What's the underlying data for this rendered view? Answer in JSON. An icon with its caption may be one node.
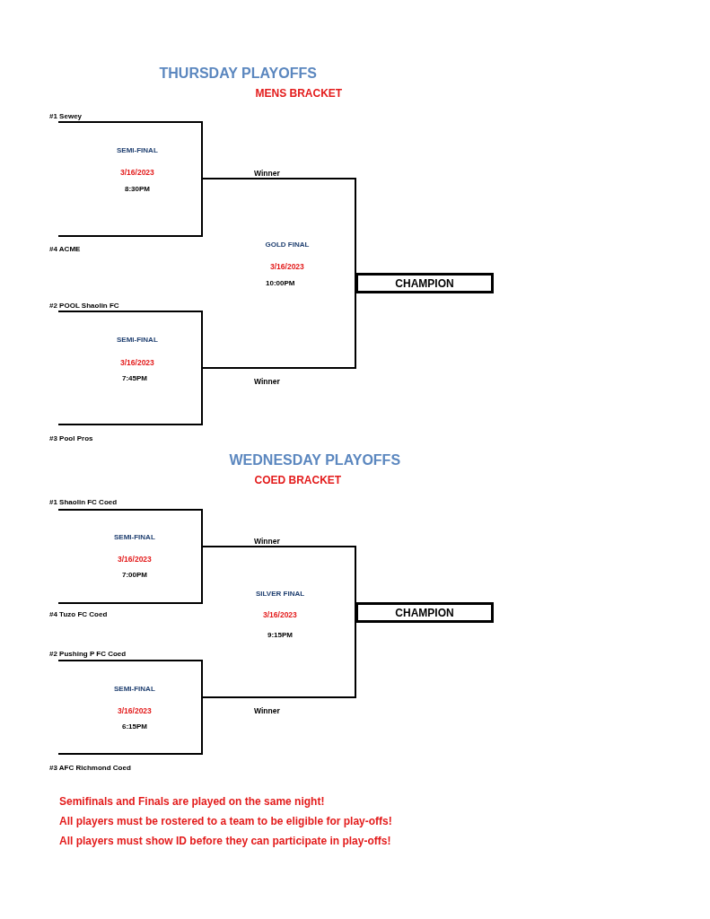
{
  "diagram": {
    "nodes": [
      {
        "text": [
          "CHAMPION"
        ]
      },
      {
        "text": [
          "CHAMPION"
        ]
      }
    ],
    "labels": [
      "THURSDAY PLAYOFFS",
      "MENS BRACKET",
      "#1 Sewey",
      "SEMI-FINAL",
      "3/16/2023",
      "8:30PM",
      "Winner",
      "#4 ACME",
      "GOLD FINAL",
      "3/16/2023",
      "10:00PM",
      "#2 POOL Shaolin FC",
      "SEMI-FINAL",
      "3/16/2023",
      "7:45PM",
      "Winner",
      "#3 Pool Pros",
      "WEDNESDAY PLAYOFFS",
      "COED BRACKET",
      "#1 Shaolin FC Coed",
      "SEMI-FINAL",
      "3/16/2023",
      "7:00PM",
      "Winner",
      "#4 Tuzo FC Coed",
      "SILVER FINAL",
      "3/16/2023",
      "9:15PM",
      "#2 Pushing P FC Coed",
      "SEMI-FINAL",
      "3/16/2023",
      "6:15PM",
      "Winner",
      "#3 AFC Richmond Coed",
      "Semifinals and Finals are played on the same night!",
      "All players must be rostered to a team to be eligible for play-offs!",
      "All players must show ID before they can participate in play-offs!"
    ]
  }
}
